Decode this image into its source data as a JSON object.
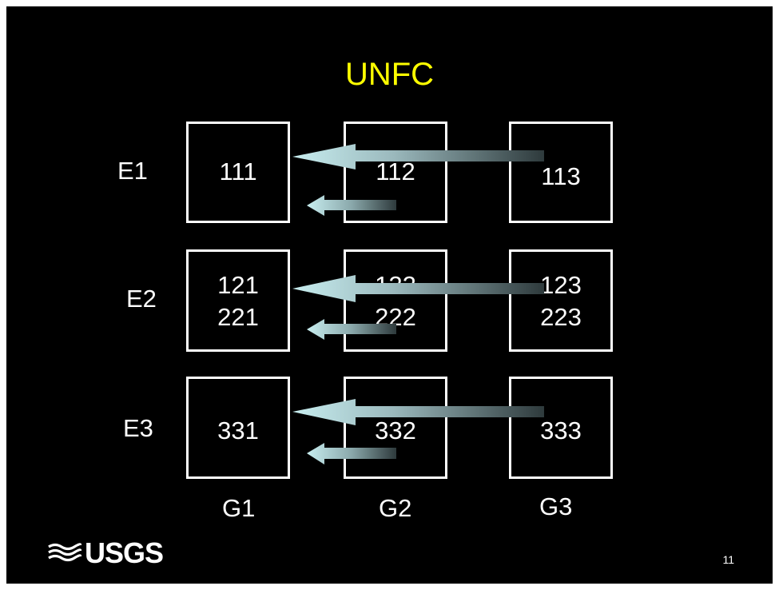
{
  "slide": {
    "title": "UNFC",
    "page_number": "11",
    "logo_text": "USGS"
  },
  "grid": {
    "rows": [
      {
        "label": "E1",
        "cells": [
          [
            "111"
          ],
          [
            "112"
          ],
          [
            "113"
          ]
        ]
      },
      {
        "label": "E2",
        "cells": [
          [
            "121",
            "221"
          ],
          [
            "122",
            "222"
          ],
          [
            "123",
            "223"
          ]
        ]
      },
      {
        "label": "E3",
        "cells": [
          [
            "331"
          ],
          [
            "332"
          ],
          [
            "333"
          ]
        ]
      }
    ],
    "columns": [
      {
        "label": "G1"
      },
      {
        "label": "G2"
      },
      {
        "label": "G3"
      }
    ]
  },
  "colors": {
    "background": "#000000",
    "title": "#ffff00",
    "text": "#ffffff",
    "arrow_light": "#c8eef0",
    "arrow_dark": "#2e3a3c"
  },
  "icons": [
    "usgs-wave-logo-icon",
    "arrow-left-icon"
  ]
}
